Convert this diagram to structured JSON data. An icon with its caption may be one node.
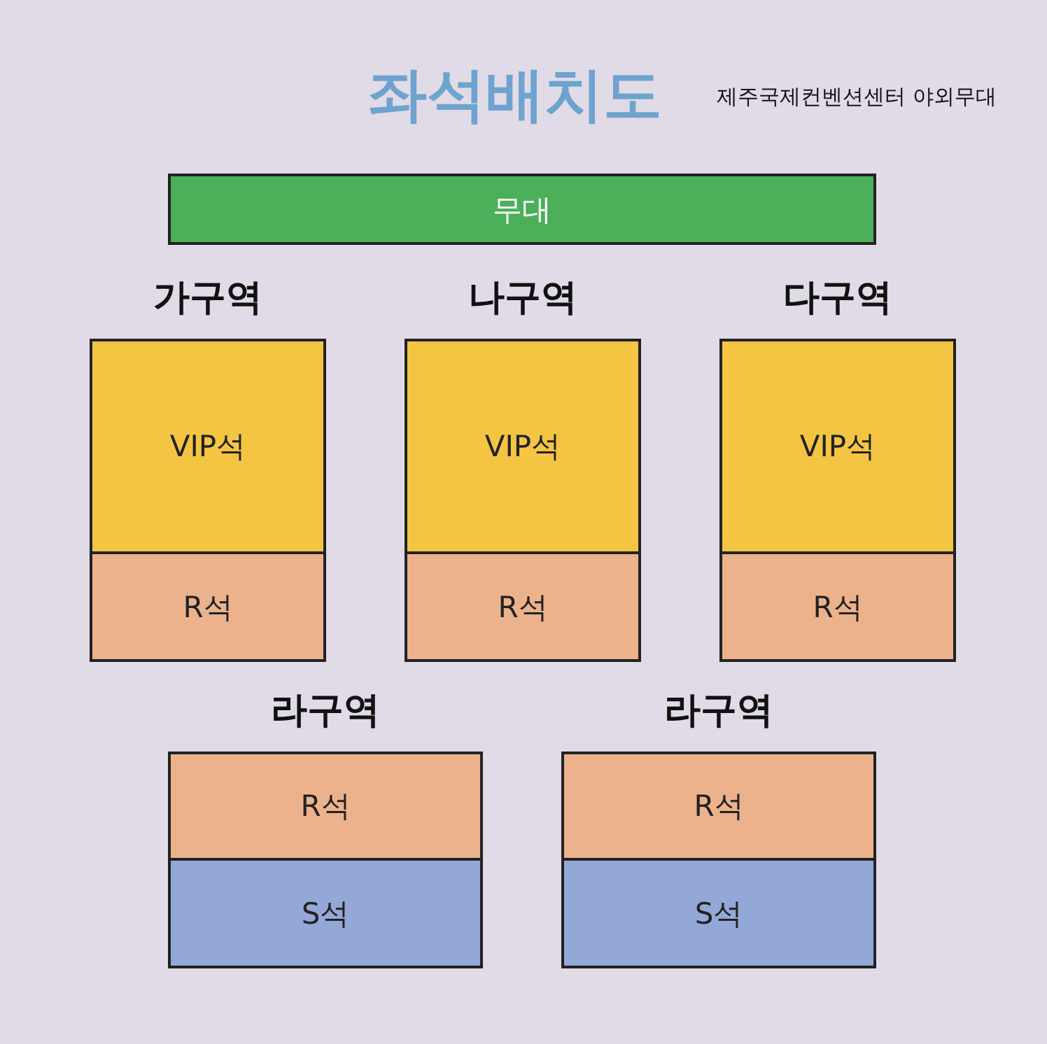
{
  "diagram": {
    "title": "좌석배치도",
    "labels": [
      "제주국제컨벤션센터 야외무대"
    ],
    "nodes": [
      {
        "text": [
          "무대"
        ]
      },
      {
        "text": [
          "가구역"
        ]
      },
      {
        "text": [
          "VIP석"
        ],
        "in": 1
      },
      {
        "text": [
          "R석"
        ],
        "in": 1
      },
      {
        "text": [
          "나구역"
        ]
      },
      {
        "text": [
          "VIP석"
        ],
        "in": 4
      },
      {
        "text": [
          "R석"
        ],
        "in": 4
      },
      {
        "text": [
          "다구역"
        ]
      },
      {
        "text": [
          "VIP석"
        ],
        "in": 7
      },
      {
        "text": [
          "R석"
        ],
        "in": 7
      },
      {
        "text": [
          "라구역"
        ]
      },
      {
        "text": [
          "R석"
        ],
        "in": 10
      },
      {
        "text": [
          "S석"
        ],
        "in": 10
      },
      {
        "text": [
          "라구역"
        ]
      },
      {
        "text": [
          "R석"
        ],
        "in": 13
      },
      {
        "text": [
          "S석"
        ],
        "in": 13
      }
    ]
  }
}
